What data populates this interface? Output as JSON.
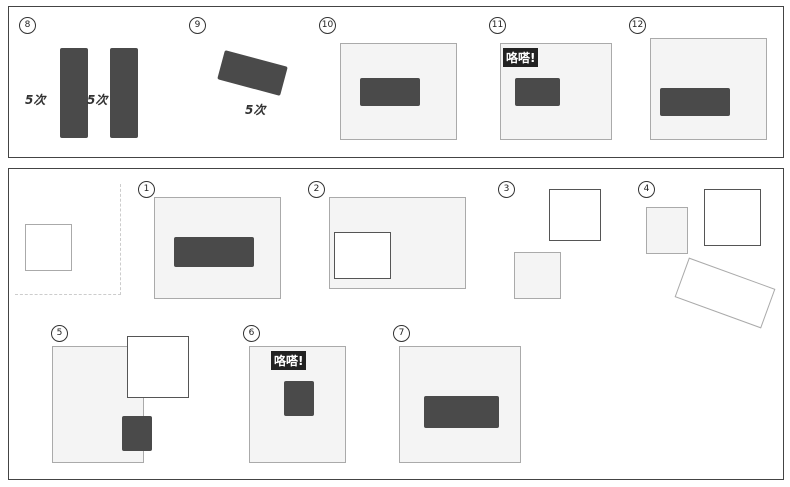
{
  "top_steps": [
    {
      "number": "8"
    },
    {
      "number": "9"
    },
    {
      "number": "10"
    },
    {
      "number": "11"
    },
    {
      "number": "12"
    }
  ],
  "bottom_steps": [
    {
      "number": "1"
    },
    {
      "number": "2"
    },
    {
      "number": "3"
    },
    {
      "number": "4"
    },
    {
      "number": "5"
    },
    {
      "number": "6"
    },
    {
      "number": "7"
    }
  ],
  "shake_label": "5次",
  "click_label": "咯嗒!"
}
